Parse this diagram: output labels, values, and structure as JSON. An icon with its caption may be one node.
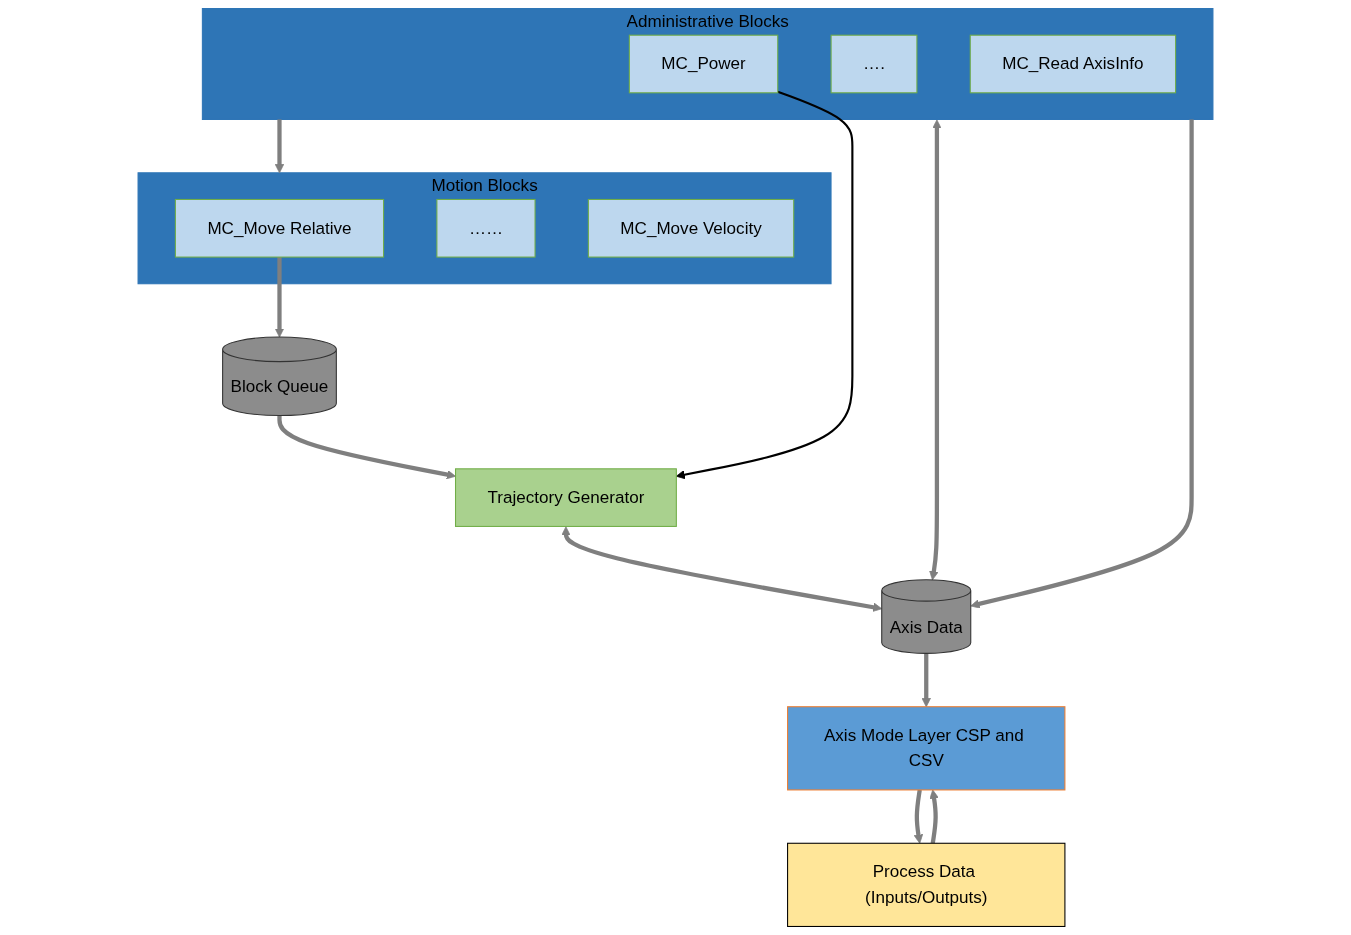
{
  "diagram": {
    "nodes": [
      {
        "text": [
          "Motion Blocks"
        ]
      },
      {
        "text": [
          "MC_Move Relative"
        ],
        "in": 0
      },
      {
        "text": [
          "……"
        ],
        "in": 0
      },
      {
        "text": [
          "MC_Move Velocity"
        ],
        "in": 0
      },
      {
        "text": [
          "Administrative Blocks"
        ]
      },
      {
        "text": [
          "MC_Power"
        ],
        "in": 4
      },
      {
        "text": [
          "…."
        ],
        "in": 4
      },
      {
        "text": [
          "MC_Read AxisInfo"
        ],
        "in": 4
      },
      {
        "text": [
          "Axis Data"
        ]
      },
      {
        "text": [
          "Block Queue"
        ]
      },
      {
        "text": [
          "Trajectory Generator"
        ]
      },
      {
        "text": [
          "Axis Mode Layer CSP and CSV"
        ]
      },
      {
        "text": [
          "Process Data (Inputs/Outputs)"
        ]
      }
    ],
    "edges": [
      {
        "from": 4,
        "to": 0,
        "arrow": "to"
      },
      {
        "from": 4,
        "to": 8,
        "arrow": "both"
      },
      {
        "from": 4,
        "to": 8,
        "arrow": "to"
      },
      {
        "from": 1,
        "to": 9,
        "arrow": "to"
      },
      {
        "from": 9,
        "to": 10,
        "arrow": "to"
      },
      {
        "from": 5,
        "to": 10,
        "arrow": "to",
        "color": "#000000"
      },
      {
        "from": 10,
        "to": 8,
        "arrow": "both"
      },
      {
        "from": 8,
        "to": 11,
        "arrow": "to"
      },
      {
        "from": 11,
        "to": 12,
        "arrow": "to"
      },
      {
        "from": 12,
        "to": 11,
        "arrow": "to"
      }
    ]
  }
}
